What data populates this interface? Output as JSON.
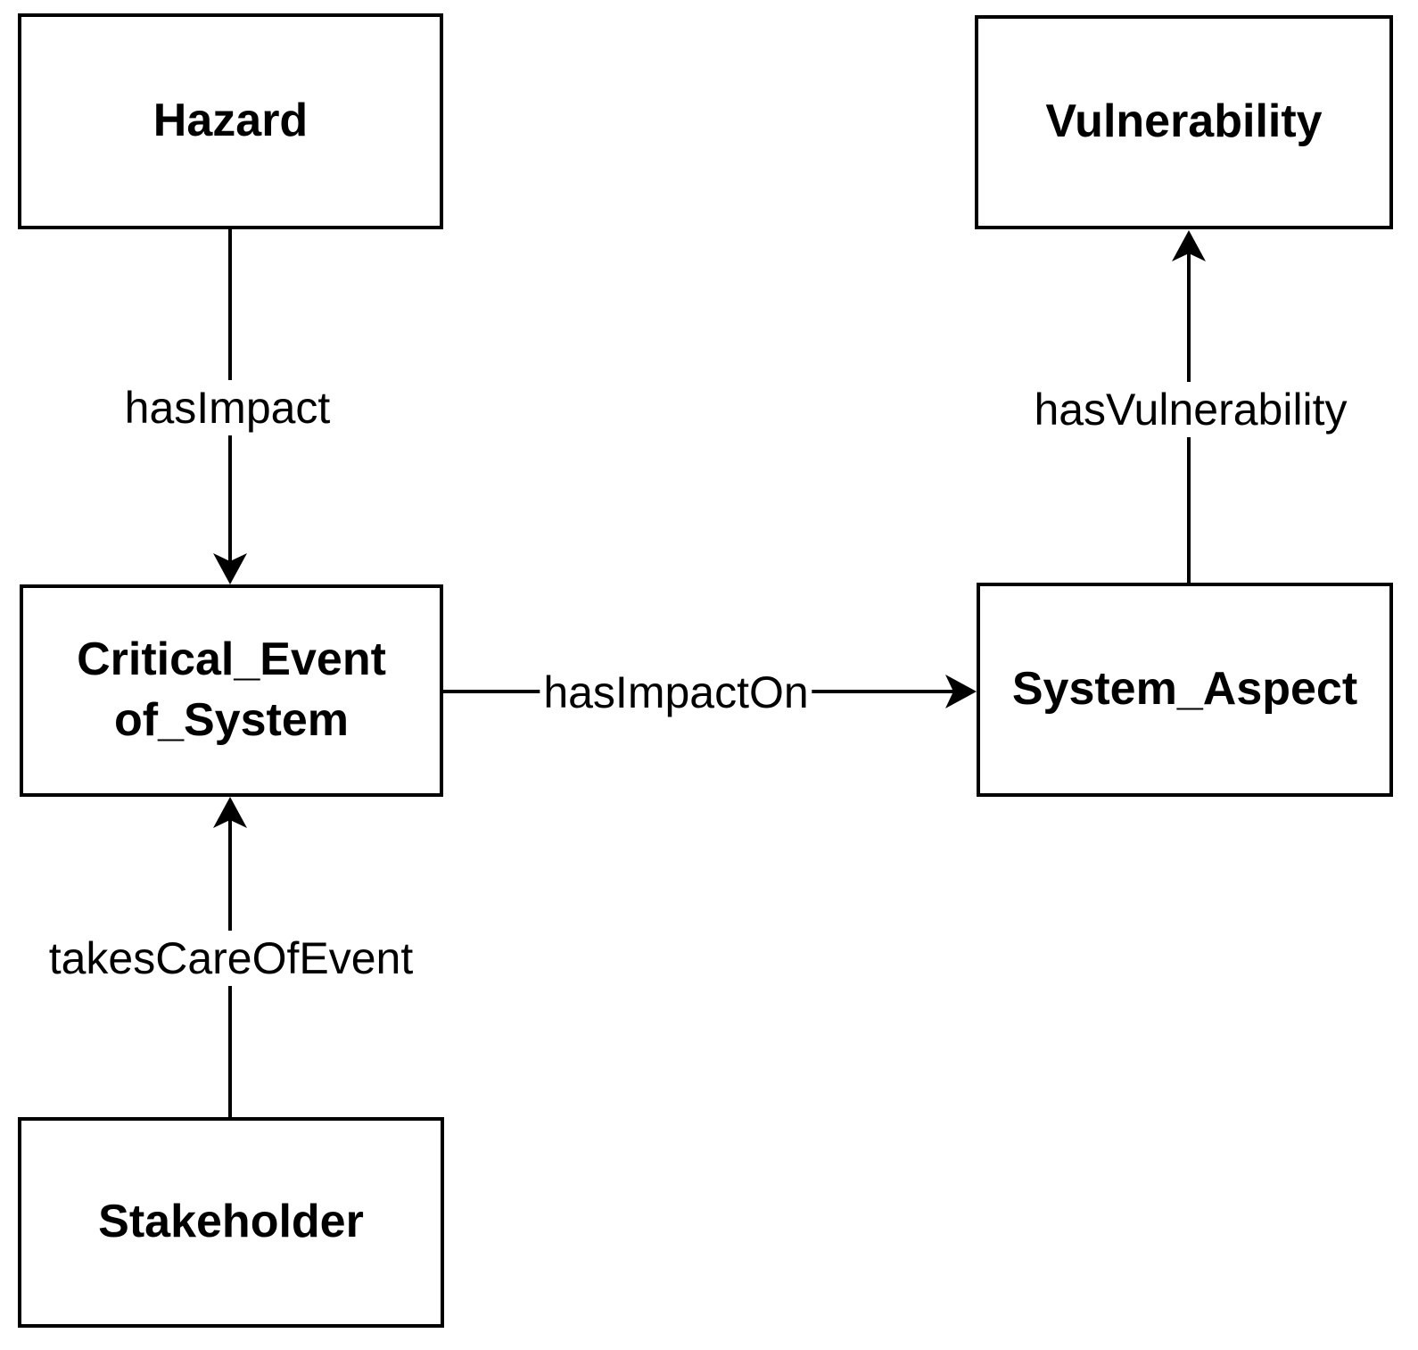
{
  "diagram": {
    "colors": {
      "background": "#ffffff",
      "stroke": "#000000",
      "text": "#000000"
    },
    "nodes": {
      "hazard": {
        "label": "Hazard"
      },
      "vulnerability": {
        "label": "Vulnerability"
      },
      "critical_event": {
        "label": "Critical_Event of_System"
      },
      "system_aspect": {
        "label": "System_Aspect"
      },
      "stakeholder": {
        "label": "Stakeholder"
      }
    },
    "edges": [
      {
        "from": "Hazard",
        "to": "Critical_Event of_System",
        "label": "hasImpact",
        "direction": "down"
      },
      {
        "from": "System_Aspect",
        "to": "Vulnerability",
        "label": "hasVulnerability",
        "direction": "up"
      },
      {
        "from": "Critical_Event of_System",
        "to": "System_Aspect",
        "label": "hasImpactOn",
        "direction": "right"
      },
      {
        "from": "Stakeholder",
        "to": "Critical_Event of_System",
        "label": "takesCareOfEvent",
        "direction": "up"
      }
    ]
  }
}
